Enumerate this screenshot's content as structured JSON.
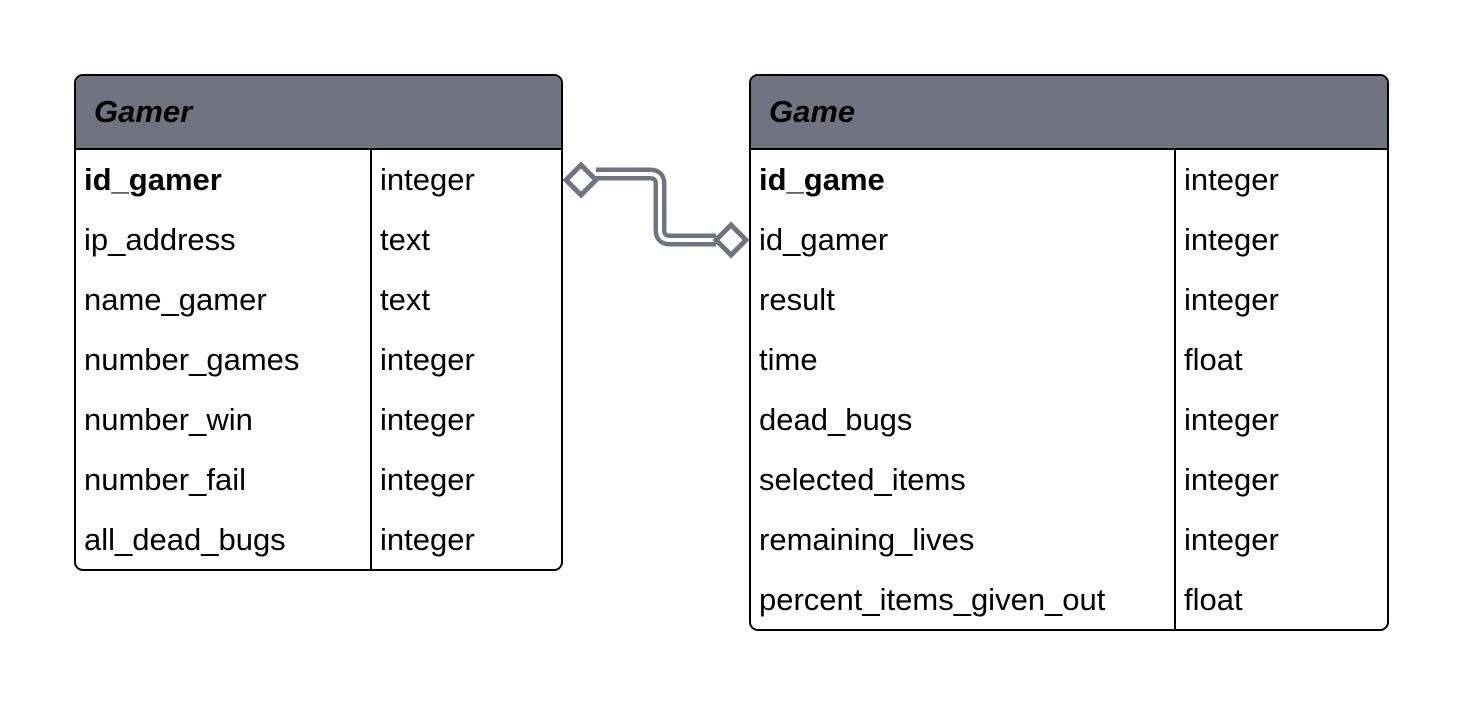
{
  "entities": {
    "gamer": {
      "title": "Gamer",
      "fields": [
        {
          "name": "id_gamer",
          "type": "integer",
          "primary": true
        },
        {
          "name": "ip_address",
          "type": "text"
        },
        {
          "name": "name_gamer",
          "type": "text"
        },
        {
          "name": "number_games",
          "type": "integer"
        },
        {
          "name": "number_win",
          "type": "integer"
        },
        {
          "name": "number_fail",
          "type": "integer"
        },
        {
          "name": "all_dead_bugs",
          "type": "integer"
        }
      ]
    },
    "game": {
      "title": "Game",
      "fields": [
        {
          "name": "id_game",
          "type": "integer",
          "primary": true
        },
        {
          "name": "id_gamer",
          "type": "integer"
        },
        {
          "name": "result",
          "type": "integer"
        },
        {
          "name": "time",
          "type": "float"
        },
        {
          "name": "dead_bugs",
          "type": "integer"
        },
        {
          "name": "selected_items",
          "type": "integer"
        },
        {
          "name": "remaining_lives",
          "type": "integer"
        },
        {
          "name": "percent_items_given_out",
          "type": "float"
        }
      ]
    }
  },
  "colors": {
    "header_fill": "#6f7480",
    "connector": "#6f7480",
    "border": "#000000"
  }
}
